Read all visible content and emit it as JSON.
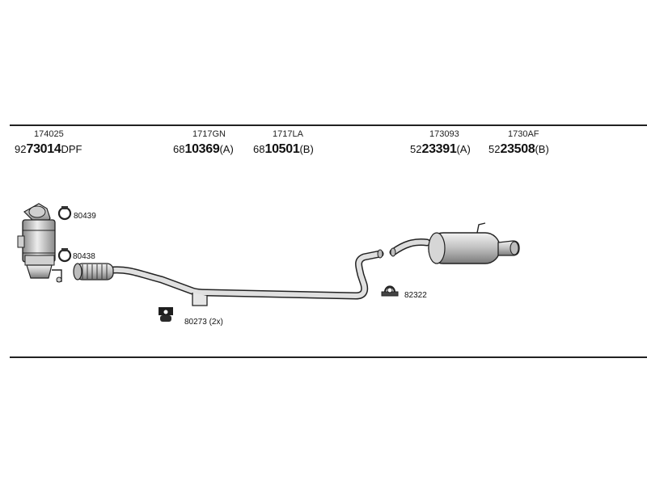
{
  "parts": [
    {
      "code": "174025",
      "prefix": "92",
      "main": "73014",
      "suffix": "DPF"
    },
    {
      "code": "1717GN",
      "prefix": "68",
      "main": "10369",
      "suffix": "(A)"
    },
    {
      "code": "1717LA",
      "prefix": "68",
      "main": "10501",
      "suffix": "(B)"
    },
    {
      "code": "173093",
      "prefix": "52",
      "main": "23391",
      "suffix": "(A)"
    },
    {
      "code": "1730AF",
      "prefix": "52",
      "main": "23508",
      "suffix": "(B)"
    }
  ],
  "callouts": {
    "clamp_80439": "80439",
    "clamp_80438": "80438",
    "hanger_80273": "80273 (2x)",
    "clamp_82322": "82322"
  },
  "colors": {
    "line": "#222222",
    "part_fill": "#d9d9d9",
    "part_shade": "#9a9a9a"
  }
}
